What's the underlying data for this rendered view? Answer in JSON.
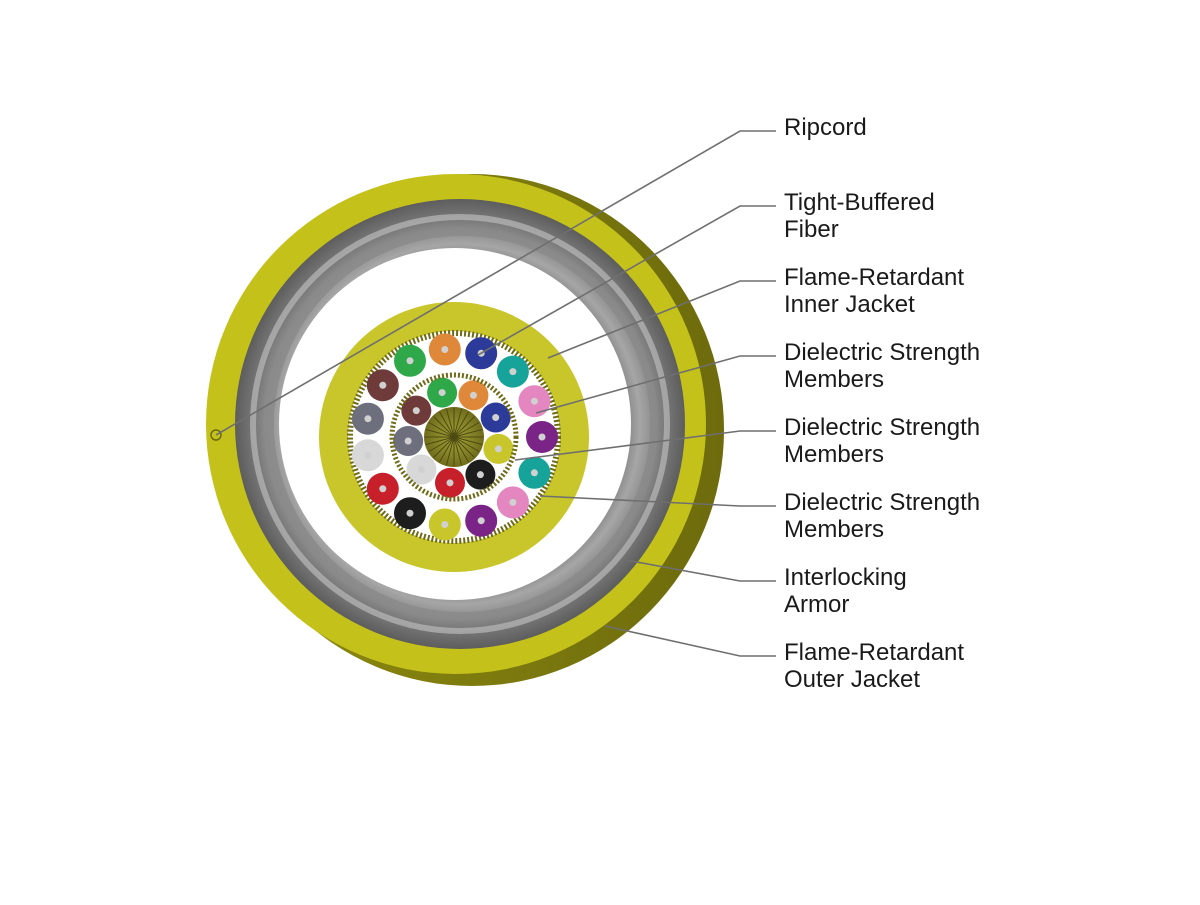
{
  "colors": {
    "outer_jacket": "#c4c21a",
    "armor": "#8f8f8f",
    "inner_jacket": "#c8c62a",
    "strength_members": "#6e6a18",
    "leader_line": "#6f6f6f",
    "fibers": [
      "#2fa84a",
      "#e0883a",
      "#2c3a9a",
      "#16a39a",
      "#e486c0",
      "#7a2488",
      "#16a39a",
      "#e486c0",
      "#7a2488",
      "#c8c62a",
      "#1d1d1d",
      "#c8202a",
      "#d8d8d8",
      "#6d6f7c",
      "#6e3a3a",
      "#2fa84a",
      "#e0883a",
      "#2c3a9a",
      "#c8c62a",
      "#1d1d1d",
      "#c8202a",
      "#d8d8d8",
      "#6d6f7c",
      "#6e3a3a"
    ]
  },
  "callouts": [
    {
      "name": "ripcord",
      "lines": [
        "Ripcord"
      ]
    },
    {
      "name": "tight-buffered-fiber",
      "lines": [
        "Tight-Buffered",
        "Fiber"
      ]
    },
    {
      "name": "flame-retardant-inner-jacket",
      "lines": [
        "Flame-Retardant",
        "Inner Jacket"
      ]
    },
    {
      "name": "dielectric-strength-members-1",
      "lines": [
        "Dielectric Strength",
        "Members"
      ]
    },
    {
      "name": "dielectric-strength-members-2",
      "lines": [
        "Dielectric Strength",
        "Members"
      ]
    },
    {
      "name": "dielectric-strength-members-3",
      "lines": [
        "Dielectric Strength",
        "Members"
      ]
    },
    {
      "name": "interlocking-armor",
      "lines": [
        "Interlocking",
        "Armor"
      ]
    },
    {
      "name": "flame-retardant-outer-jacket",
      "lines": [
        "Flame-Retardant",
        "Outer Jacket"
      ]
    }
  ]
}
